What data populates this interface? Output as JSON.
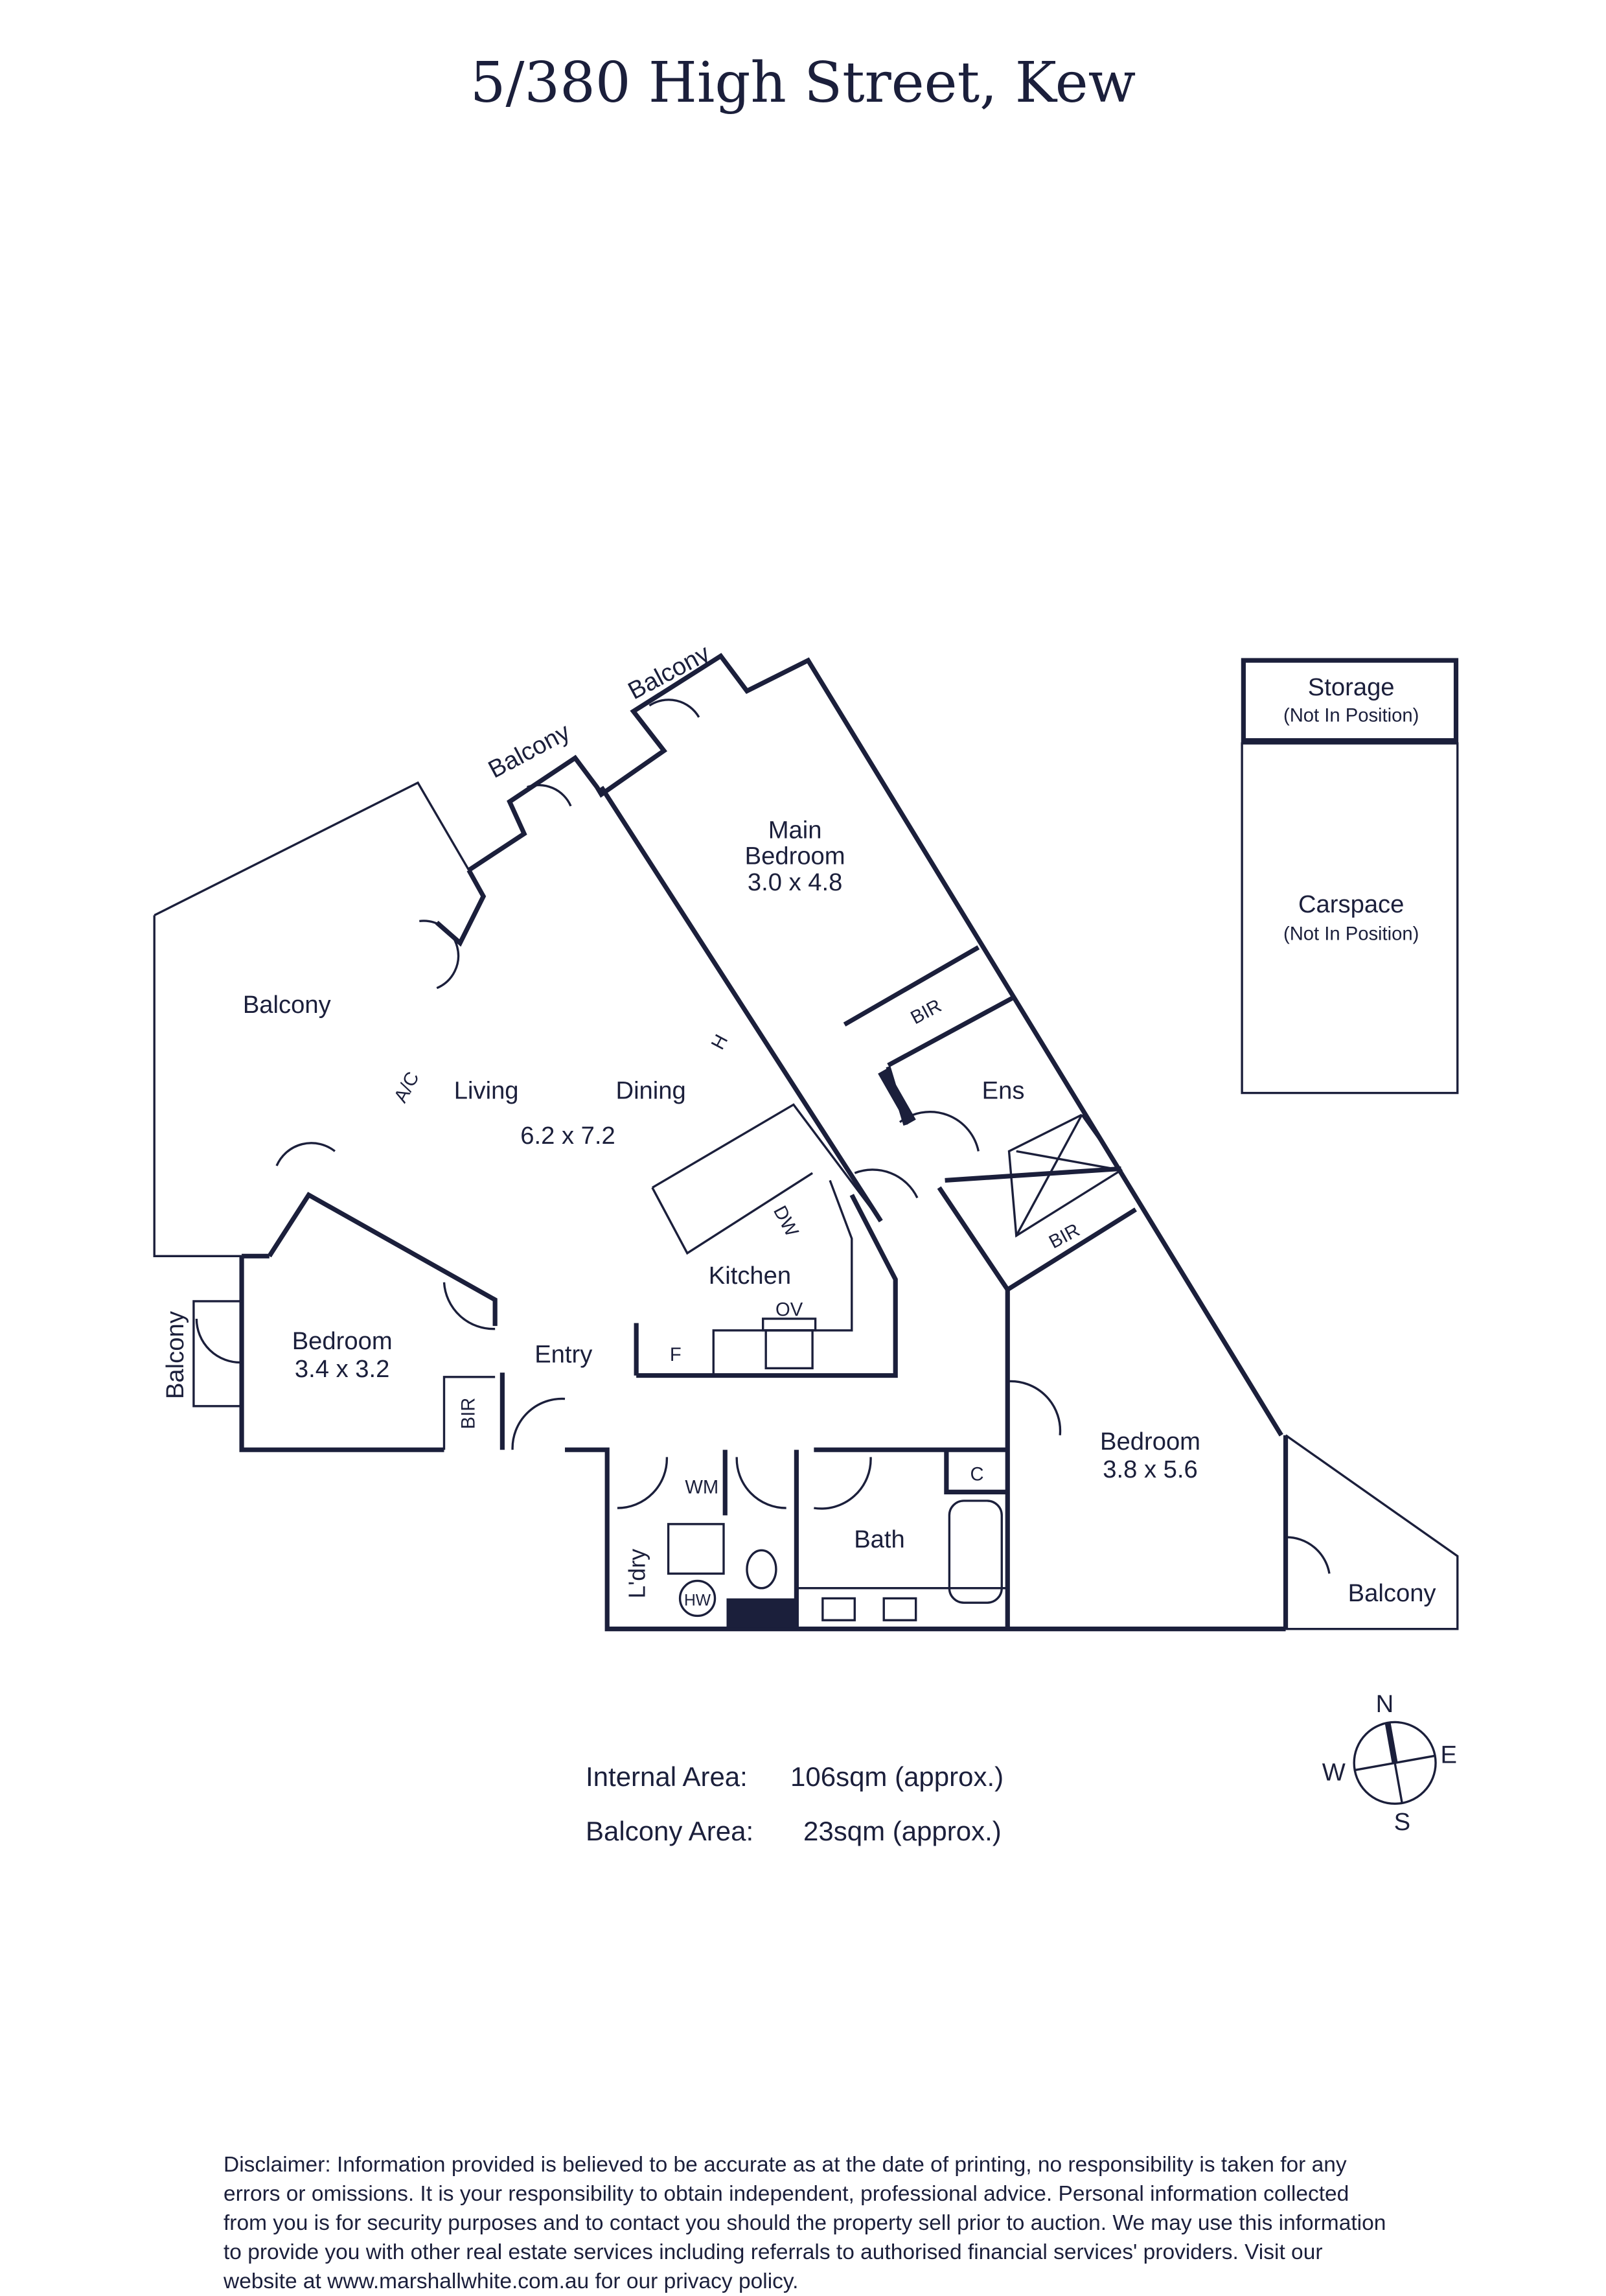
{
  "title": "5/380 High Street, Kew",
  "rooms": {
    "balcony_living": "Balcony",
    "balcony_top1": "Balcony",
    "balcony_top2": "Balcony",
    "balcony_left": "Balcony",
    "balcony_right": "Balcony",
    "main_bedroom_line1": "Main",
    "main_bedroom_line2": "Bedroom",
    "main_bedroom_size": "3.0 x 4.8",
    "living": "Living",
    "dining": "Dining",
    "living_size": "6.2 x 7.2",
    "ac": "A/C",
    "h": "H",
    "bir1": "BIR",
    "bir2": "BIR",
    "bir3": "BIR",
    "ens": "Ens",
    "dw": "DW",
    "kitchen": "Kitchen",
    "ov": "OV",
    "f": "F",
    "bedroom2": "Bedroom",
    "bedroom2_size": "3.4 x 3.2",
    "entry": "Entry",
    "bedroom3": "Bedroom",
    "bedroom3_size": "3.8 x 5.6",
    "wm": "WM",
    "laundry": "L'dry",
    "hw": "HW",
    "bath": "Bath",
    "c": "C"
  },
  "storage": {
    "label": "Storage",
    "note": "(Not In Position)"
  },
  "carspace": {
    "label": "Carspace",
    "note": "(Not In Position)"
  },
  "compass": {
    "n": "N",
    "e": "E",
    "s": "S",
    "w": "W"
  },
  "areas": {
    "internal_label": "Internal Area:",
    "internal_value": "106sqm (approx.)",
    "balcony_label": "Balcony Area:",
    "balcony_value": "23sqm (approx.)"
  },
  "disclaimer": "Disclaimer: Information provided is believed to be accurate as at the date of printing, no responsibility is taken for any errors or omissions. It is your responsibility to obtain independent, professional advice. Personal information collected from you is for security purposes and to contact you should the property sell prior to auction. We may use this information to provide you with other real estate services including referrals to authorised financial services' providers. Visit our website at www.marshallwhite.com.au for our privacy policy.",
  "colors": {
    "ink": "#1b1f3b"
  }
}
